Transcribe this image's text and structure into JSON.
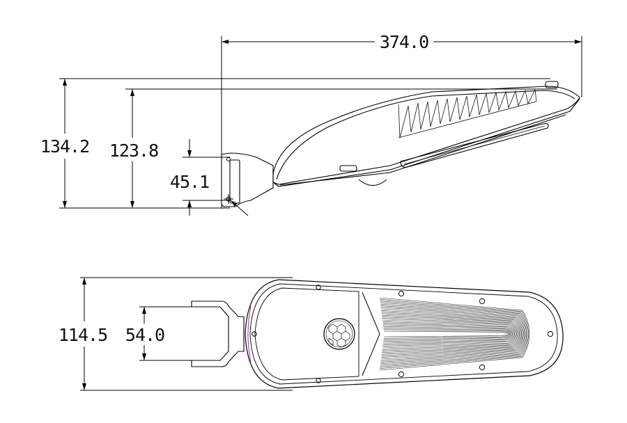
{
  "dimensions": {
    "length": "374.0",
    "total_height": "134.2",
    "body_height": "123.8",
    "mount_height": "45.1",
    "width": "114.5",
    "bracket_width": "54.0"
  },
  "colors": {
    "line": "#000000",
    "accent_edge": "#b04ab0"
  }
}
